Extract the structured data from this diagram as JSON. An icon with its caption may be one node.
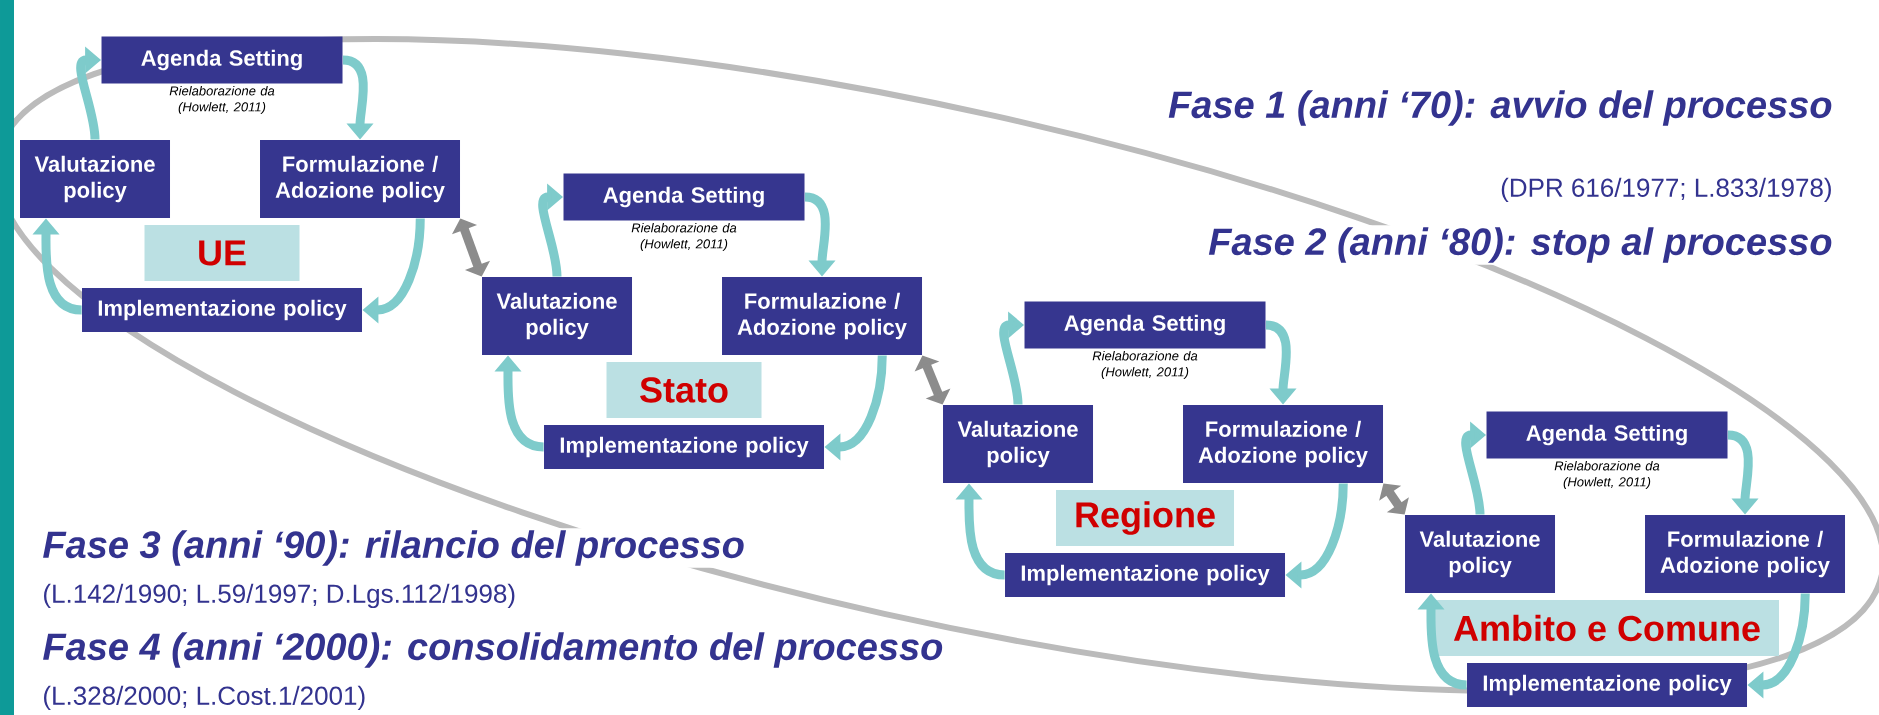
{
  "diagram": {
    "nodes": [
      {
        "text": [
          "Agenda Setting"
        ]
      },
      {
        "text": [
          "Valutazione policy"
        ]
      },
      {
        "text": [
          "Formulazione / Adozione policy"
        ]
      },
      {
        "text": [
          "UE"
        ]
      },
      {
        "text": [
          "Implementazione policy"
        ]
      },
      {
        "text": [
          "Agenda Setting"
        ]
      },
      {
        "text": [
          "Valutazione policy"
        ]
      },
      {
        "text": [
          "Formulazione / Adozione policy"
        ]
      },
      {
        "text": [
          "Stato"
        ]
      },
      {
        "text": [
          "Implementazione policy"
        ]
      },
      {
        "text": [
          "Agenda Setting"
        ]
      },
      {
        "text": [
          "Valutazione policy"
        ]
      },
      {
        "text": [
          "Formulazione / Adozione policy"
        ]
      },
      {
        "text": [
          "Regione"
        ]
      },
      {
        "text": [
          "Implementazione policy"
        ]
      },
      {
        "text": [
          "Agenda Setting"
        ]
      },
      {
        "text": [
          "Valutazione policy"
        ]
      },
      {
        "text": [
          "Formulazione / Adozione policy"
        ]
      },
      {
        "text": [
          "Ambito e Comune"
        ]
      },
      {
        "text": [
          "Implementazione policy"
        ]
      },
      {
        "text": [],
        "shape": "bar"
      }
    ],
    "edges": [
      {
        "from": 0,
        "to": 2,
        "arrow": "to"
      },
      {
        "from": 2,
        "to": 4,
        "arrow": "to"
      },
      {
        "from": 4,
        "to": 1,
        "arrow": "to"
      },
      {
        "from": 1,
        "to": 0,
        "arrow": "to"
      },
      {
        "from": 5,
        "to": 7,
        "arrow": "to"
      },
      {
        "from": 7,
        "to": 9,
        "arrow": "to"
      },
      {
        "from": 9,
        "to": 6,
        "arrow": "to"
      },
      {
        "from": 6,
        "to": 5,
        "arrow": "to"
      },
      {
        "from": 10,
        "to": 12,
        "arrow": "to"
      },
      {
        "from": 12,
        "to": 14,
        "arrow": "to"
      },
      {
        "from": 14,
        "to": 11,
        "arrow": "to"
      },
      {
        "from": 11,
        "to": 10,
        "arrow": "to"
      },
      {
        "from": 15,
        "to": 17,
        "arrow": "to"
      },
      {
        "from": 17,
        "to": 19,
        "arrow": "to"
      },
      {
        "from": 19,
        "to": 16,
        "arrow": "to"
      },
      {
        "from": 16,
        "to": 15,
        "arrow": "to"
      },
      {
        "from": 2,
        "to": 6,
        "arrow": "both",
        "color": "#8c8c8c"
      },
      {
        "from": 7,
        "to": 11,
        "arrow": "both",
        "color": "#8c8c8c"
      },
      {
        "from": 12,
        "to": 16,
        "arrow": "both",
        "color": "#8c8c8c"
      }
    ],
    "labels": [
      "Rielaborazione da (Howlett, 2011)",
      "Fase 1 (anni ‘70): avvio del processo",
      "(DPR 616/1977; L.833/1978)",
      "Rielaborazione da (Howlett, 2011)",
      "Fase 2 (anni ‘80): stop al processo",
      "Rielaborazione da (Howlett, 2011)",
      "Rielaborazione da (Howlett, 2011)",
      "Fase 3 (anni ‘90): rilancio del processo",
      "(L.142/1990; L.59/1997; D.Lgs.112/1998)",
      "Fase 4 (anni ‘2000): consolidamento del processo",
      "(L.328/2000; L.Cost.1/2001)"
    ]
  }
}
